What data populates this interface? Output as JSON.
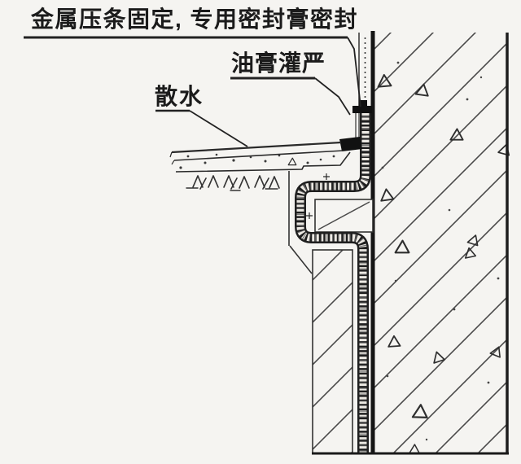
{
  "figure": {
    "kind": "construction-waterproofing-detail",
    "labels": {
      "batten_seal": "金属压条固定, 专用密封膏密封",
      "mastic_fill": "油膏灌严",
      "apron": "散水"
    },
    "colors": {
      "background": "#f5f4f1",
      "line": "#2a2a2a",
      "hatch": "#4a4a4a",
      "membrane_dark": "#1f1f1f",
      "membrane_light": "#ece9e3"
    },
    "symbols": {
      "concrete_aggregate": "open-triangle",
      "masonry_and_concrete_section": "diagonal-hatch",
      "earth": "broken-chevron-hatch",
      "waterproof_membrane": "speckled-band"
    },
    "concrete_triangles": [
      [
        472,
        100,
        1.0,
        -5
      ],
      [
        519,
        111,
        0.95,
        8
      ],
      [
        561,
        166,
        0.95,
        0
      ],
      [
        620,
        184,
        0.85,
        15
      ],
      [
        475,
        240,
        0.95,
        -8
      ],
      [
        494,
        304,
        1.05,
        0
      ],
      [
        582,
        295,
        0.8,
        18
      ],
      [
        577,
        311,
        0.8,
        -12
      ],
      [
        484,
        420,
        0.9,
        -4
      ],
      [
        538,
        439,
        0.85,
        -18
      ],
      [
        610,
        432,
        0.8,
        22
      ],
      [
        516,
        506,
        1.1,
        2
      ],
      [
        509,
        552,
        0.75,
        0
      ],
      [
        359,
        199,
        0.6,
        0
      ]
    ]
  }
}
